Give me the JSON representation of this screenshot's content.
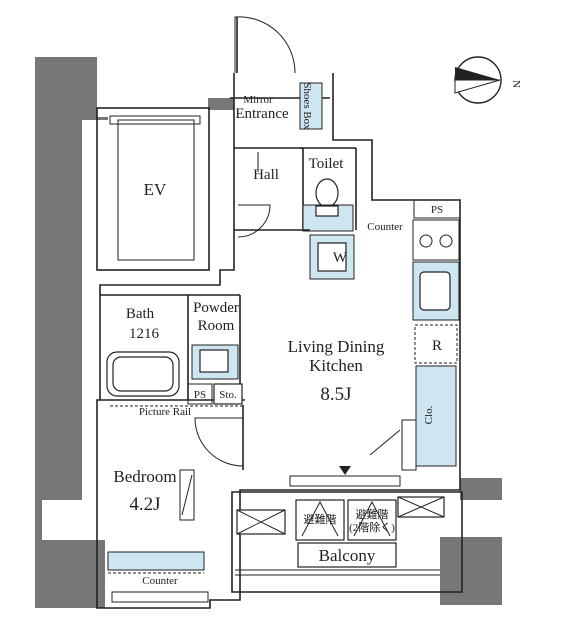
{
  "rooms": {
    "ev": "EV",
    "mirror": "Mirror",
    "entrance": "Entrance",
    "shoes_box": "Shoes Box",
    "hall": "Hall",
    "toilet": "Toilet",
    "ps_top": "PS",
    "counter_kitchen": "Counter",
    "washer": "W",
    "bath_name": "Bath",
    "bath_size": "1216",
    "powder_room_1": "Powder",
    "powder_room_2": "Room",
    "ldk_1": "Living Dining",
    "ldk_2": "Kitchen",
    "ldk_size": "8.5J",
    "refrigerator": "R",
    "closet": "Clo.",
    "ps_bath": "PS",
    "storage": "Sto.",
    "picture_rail": "Picture Rail",
    "bedroom_name": "Bedroom",
    "bedroom_size": "4.2J",
    "counter_bedroom": "Counter",
    "balcony": "Balcony",
    "evac_stair": "避難階",
    "evac_ladder_1": "避難階",
    "evac_ladder_2": "(2階除く)"
  },
  "compass": {
    "label": "N"
  },
  "colors": {
    "wall": "#777777",
    "fixture": "#cde6f2",
    "line": "#222222"
  }
}
